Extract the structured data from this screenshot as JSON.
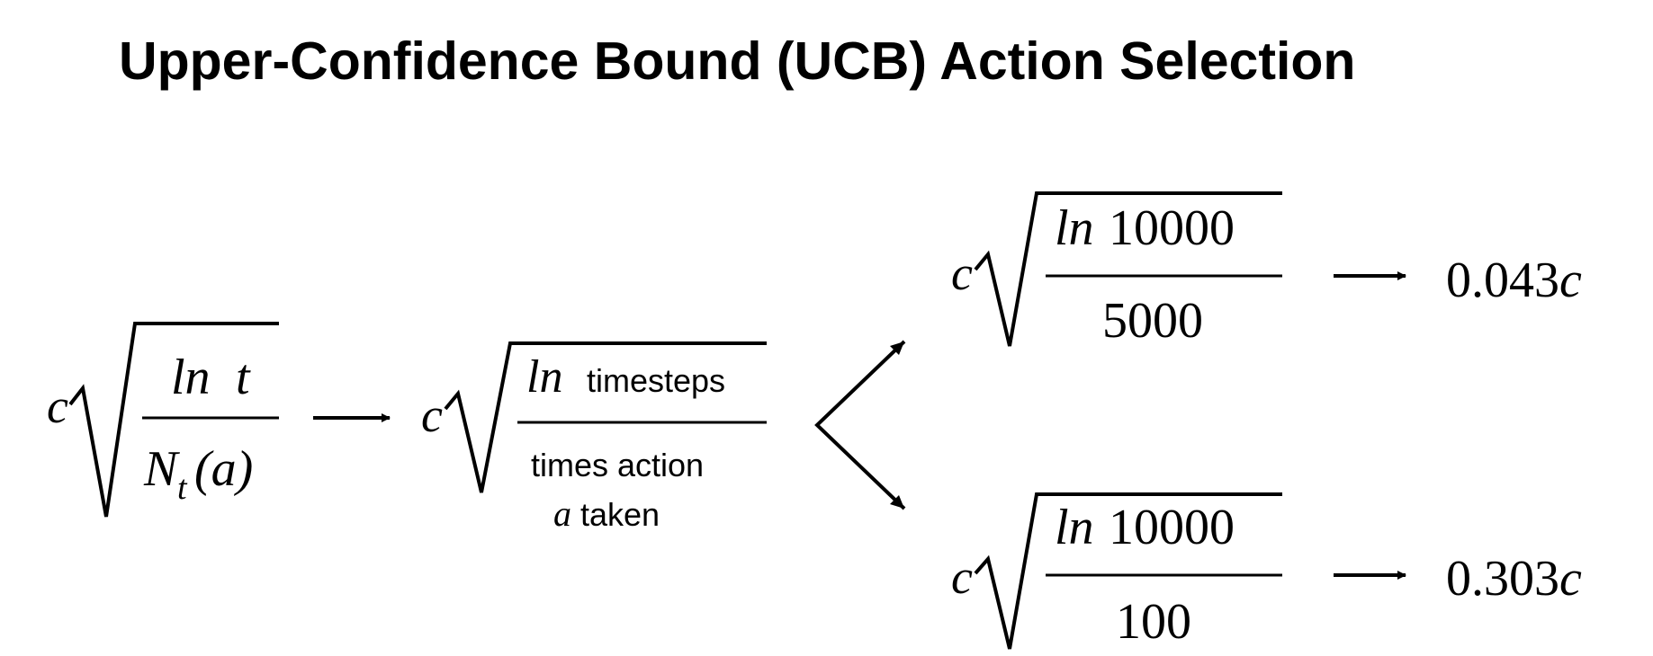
{
  "title": "Upper-Confidence Bound (UCB) Action Selection",
  "formula_general": {
    "coefficient": "c",
    "numerator_ln": "ln",
    "numerator_var": "t",
    "denominator_var": "N",
    "denominator_subscript": "t",
    "denominator_arg": "(a)"
  },
  "formula_words": {
    "coefficient": "c",
    "numerator_ln": "ln",
    "numerator_text": "timesteps",
    "denominator_line1": "times action",
    "denominator_var": "a",
    "denominator_line2": "taken"
  },
  "case_frequent": {
    "coefficient": "c",
    "numerator_ln": "ln",
    "numerator_value": "10000",
    "denominator_value": "5000",
    "result_value": "0.043",
    "result_coef": "c"
  },
  "case_rare": {
    "coefficient": "c",
    "numerator_ln": "ln",
    "numerator_value": "10000",
    "denominator_value": "100",
    "result_value": "0.303",
    "result_coef": "c"
  }
}
